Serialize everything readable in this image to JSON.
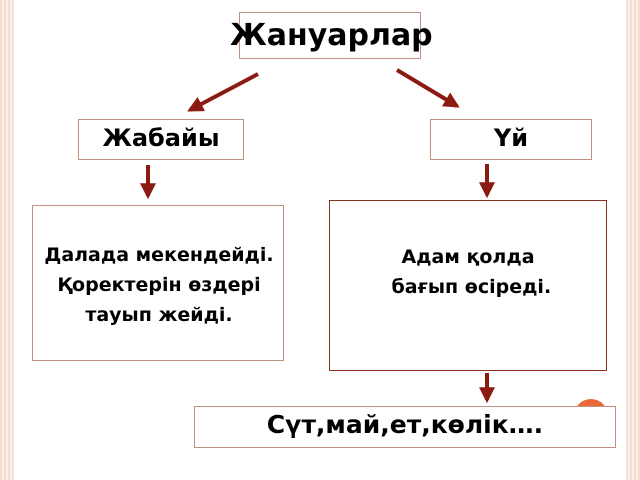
{
  "diagram": {
    "root": {
      "label": "Жануарлар"
    },
    "left_branch": {
      "label": "Жабайы",
      "description": "Далада мекендейді.\nҚоректерін өздері\nтауып жейді."
    },
    "right_branch": {
      "label": "Үй",
      "description": "Адам қолда\n бағып өсіреді."
    },
    "result": {
      "label": "Сүт,май,ет,көлік…."
    },
    "colors": {
      "arrow": "#8b1a10",
      "box_border": "#b07060",
      "accent_circle": "#e8693a",
      "side_stripe": "#f6ddd2"
    }
  }
}
